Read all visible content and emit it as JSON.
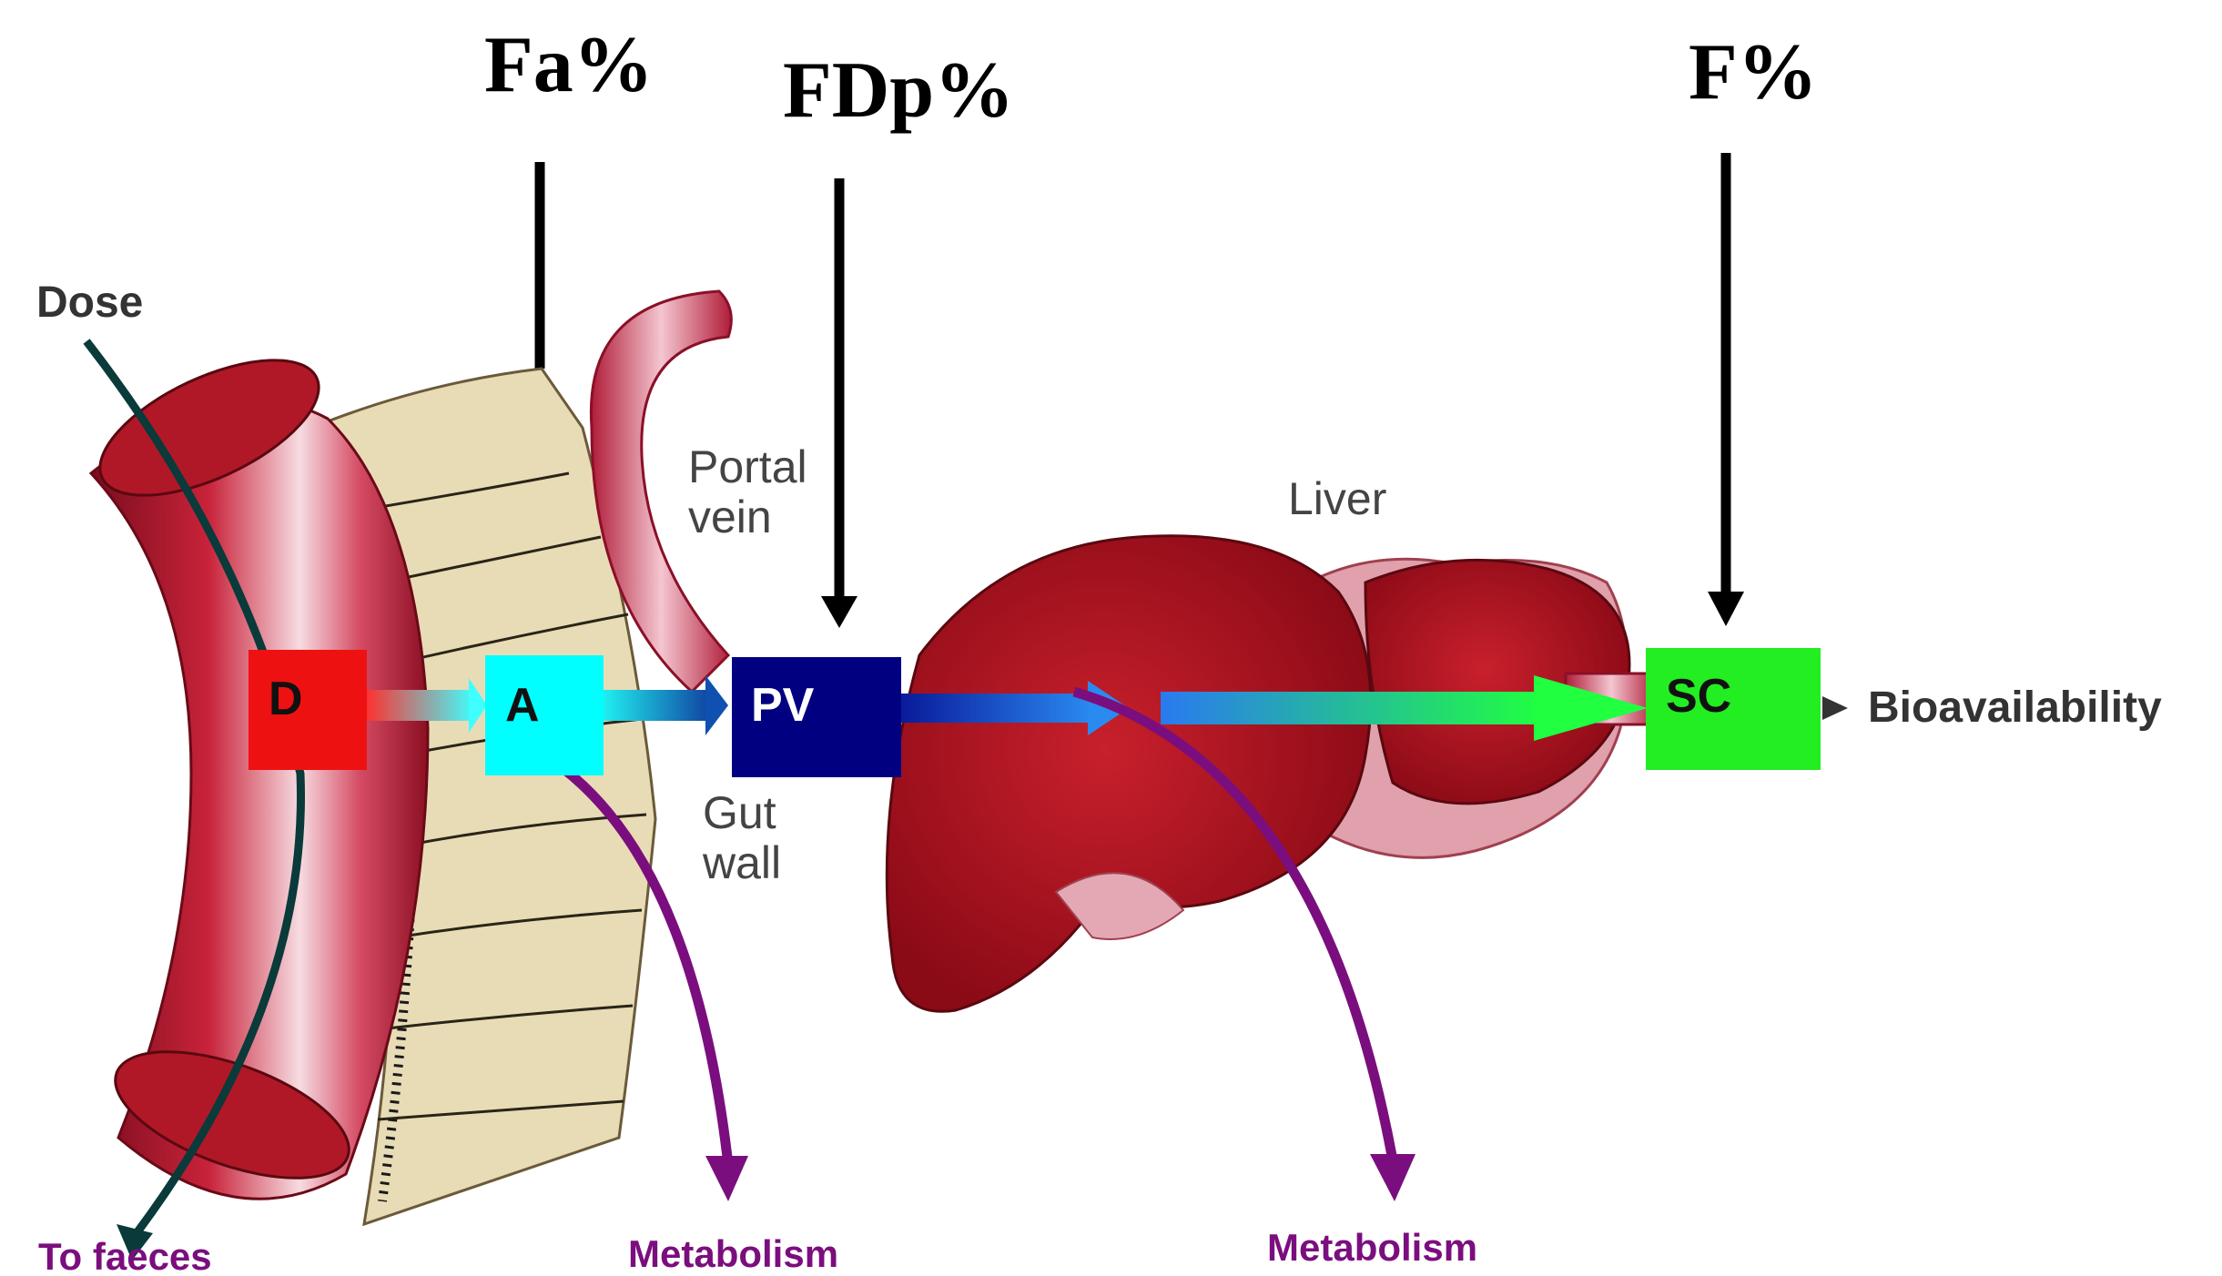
{
  "headers": {
    "fa": "Fa%",
    "fdp": "FDp%",
    "f": "F%"
  },
  "labels": {
    "dose": "Dose",
    "portal_vein_line1": "Portal",
    "portal_vein_line2": "vein",
    "liver": "Liver",
    "gut_wall_line1": "Gut",
    "gut_wall_line2": "wall",
    "bioavailability": "Bioavailability",
    "to_faeces": "To faeces",
    "metabolism_gut": "Metabolism",
    "metabolism_liver": "Metabolism"
  },
  "boxes": {
    "d": {
      "label": "D",
      "color": "#ee1111"
    },
    "a": {
      "label": "A",
      "color": "#00ffff"
    },
    "pv": {
      "label": "PV",
      "color": "#000080"
    },
    "sc": {
      "label": "SC",
      "color": "#22ee22"
    }
  },
  "colors": {
    "gut": "#c8233a",
    "gut_wall": "#e8dcb6",
    "liver": "#a80f1c",
    "portal_vein": "#c8304a",
    "metabolism_arrow": "#7b0e7e"
  }
}
